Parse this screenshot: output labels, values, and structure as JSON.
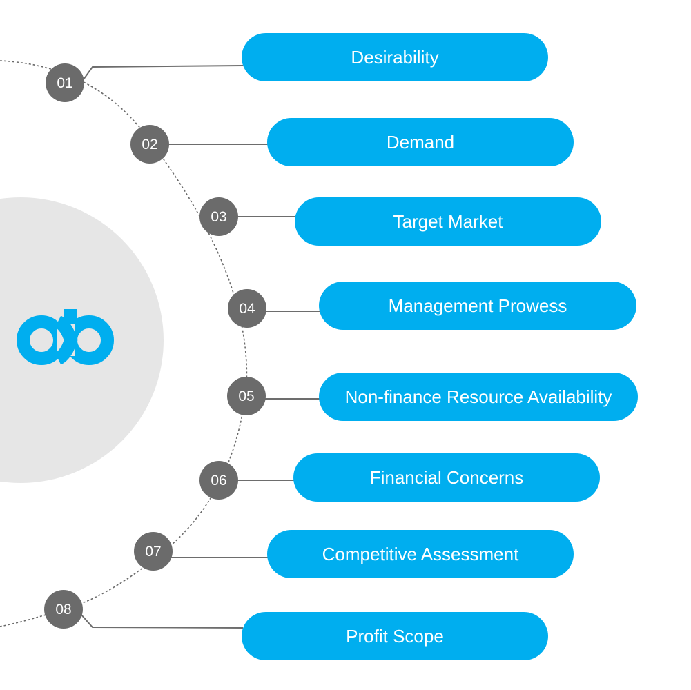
{
  "colors": {
    "pill": "#00aeef",
    "number_circle": "#6b6b6b",
    "connector": "#6d6d6d",
    "hub": "#e6e6e6",
    "logo": "#00aeef"
  },
  "logo": {
    "text": "cb",
    "icon": "cb-logo"
  },
  "steps": [
    {
      "number": "01",
      "label": "Desirability"
    },
    {
      "number": "02",
      "label": "Demand"
    },
    {
      "number": "03",
      "label": "Target Market"
    },
    {
      "number": "04",
      "label": "Management Prowess"
    },
    {
      "number": "05",
      "label": "Non-finance Resource Availability"
    },
    {
      "number": "06",
      "label": "Financial Concerns"
    },
    {
      "number": "07",
      "label": "Competitive Assessment"
    },
    {
      "number": "08",
      "label": "Profit Scope"
    }
  ]
}
